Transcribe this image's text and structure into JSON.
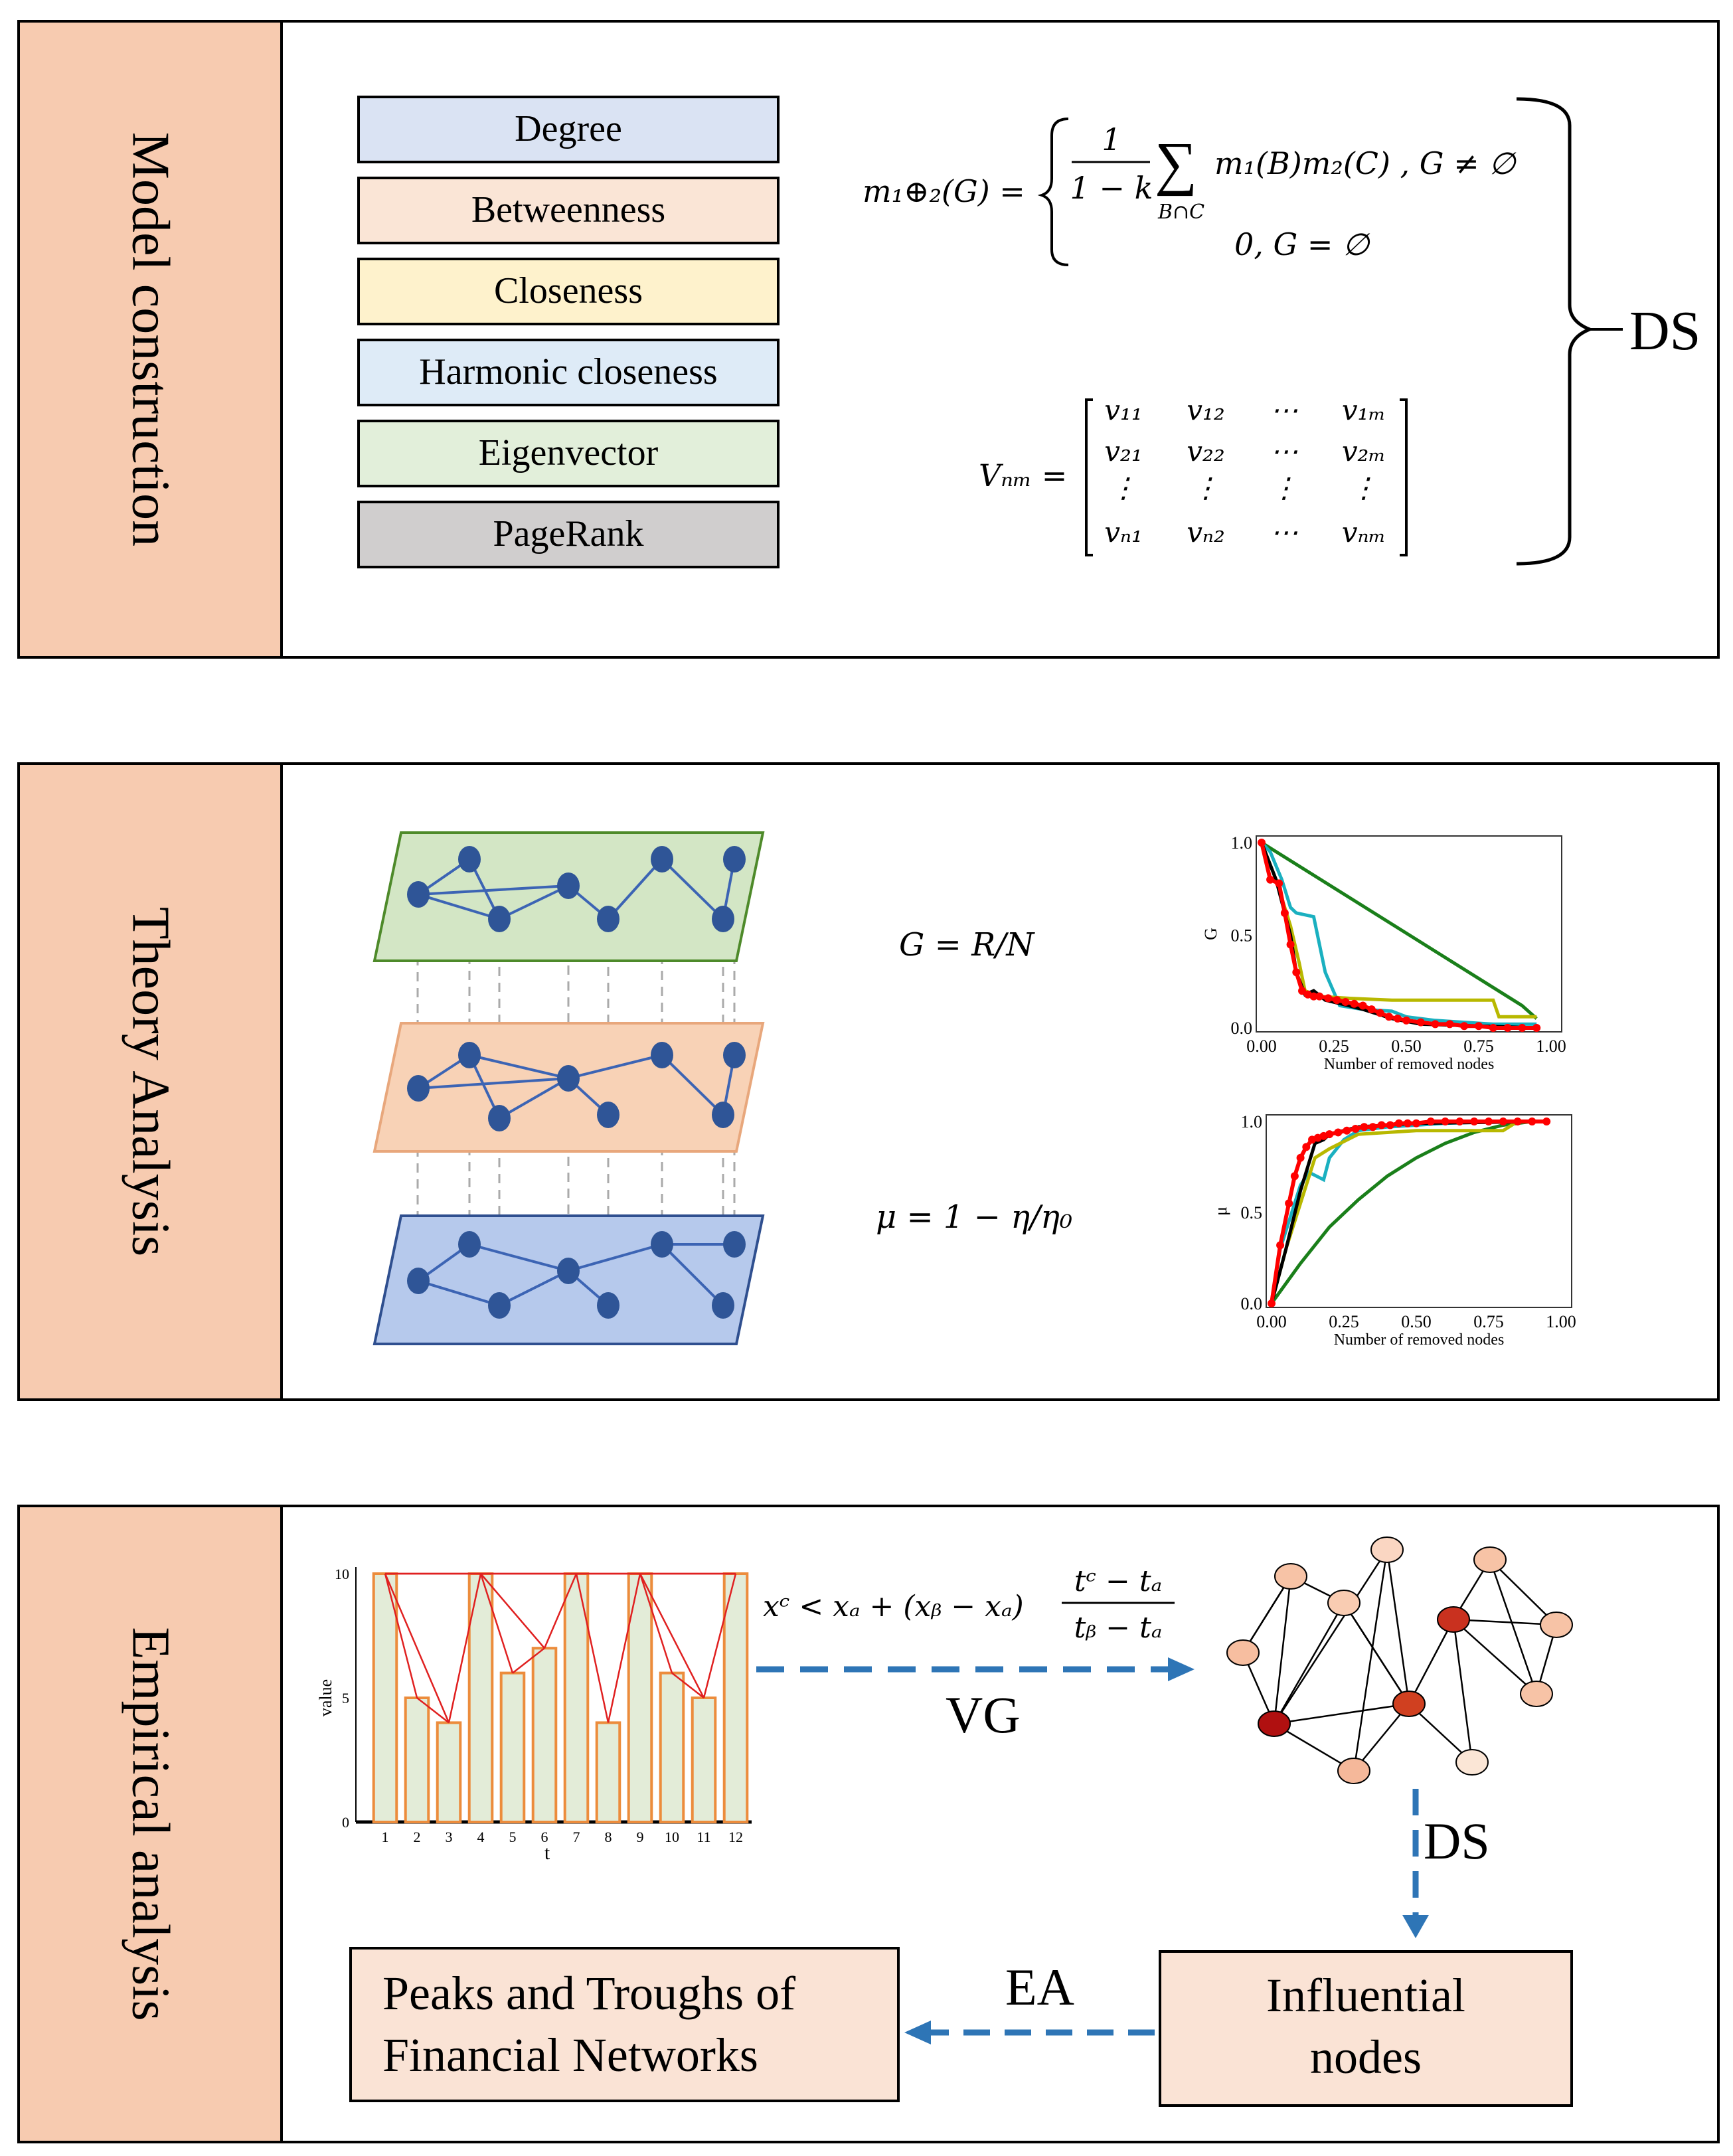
{
  "sections": {
    "model": {
      "label": "Model construction",
      "measures": [
        "Degree",
        "Betweenness",
        "Closeness",
        "Harmonic closeness",
        "Eigenvector",
        "PageRank"
      ],
      "measure_colors": [
        "#dae3f3",
        "#fae5d6",
        "#fef2cc",
        "#deebf7",
        "#e2efda",
        "#d0cece"
      ],
      "formula_lhs": "m₁⊕₂(G) =",
      "formula_frac_num": "1",
      "formula_frac_den": "1 − k",
      "formula_sum_sub": "B∩C",
      "formula_case1": "m₁(B)m₂(C) , G ≠ ∅",
      "formula_case2": "0, G = ∅",
      "matrix_lhs": "Vₙₘ =",
      "matrix_rows": [
        [
          "v₁₁",
          "v₁₂",
          "⋯",
          "v₁ₘ"
        ],
        [
          "v₂₁",
          "v₂₂",
          "⋯",
          "v₂ₘ"
        ],
        [
          "⋮",
          "⋮",
          "⋮",
          "⋮"
        ],
        [
          "vₙ₁",
          "vₙ₂",
          "⋯",
          "vₙₘ"
        ]
      ],
      "ds_label": "DS"
    },
    "theory": {
      "label": "Theory Analysis",
      "formula_g": "G = R/N",
      "formula_mu": "μ = 1 − η/η₀",
      "layer_colors": [
        "#d3e6c5",
        "#f8d2b6",
        "#b6c9ec"
      ],
      "chart_data": [
        {
          "type": "line",
          "title": "",
          "xlabel": "Number of removed nodes",
          "ylabel": "G",
          "xlim": [
            0,
            1
          ],
          "ylim": [
            0,
            1
          ],
          "xticks": [
            "0.00",
            "0.25",
            "0.50",
            "0.75",
            "1.00"
          ],
          "yticks": [
            "0.0",
            "0.5",
            "1.0"
          ],
          "series": [
            {
              "color": "#1a7f1a",
              "x": [
                0,
                0.9,
                0.95
              ],
              "y": [
                1.0,
                0.12,
                0.05
              ]
            },
            {
              "color": "#1ab0c0",
              "x": [
                0,
                0.03,
                0.07,
                0.1,
                0.12,
                0.18,
                0.2,
                0.22,
                0.27,
                0.35,
                0.45,
                0.5,
                0.6,
                0.7,
                0.8,
                0.95
              ],
              "y": [
                1.0,
                0.95,
                0.8,
                0.65,
                0.62,
                0.6,
                0.45,
                0.3,
                0.12,
                0.1,
                0.09,
                0.06,
                0.04,
                0.03,
                0.02,
                0.02
              ]
            },
            {
              "color": "#b8b800",
              "x": [
                0,
                0.05,
                0.1,
                0.13,
                0.15,
                0.2,
                0.3,
                0.45,
                0.7,
                0.8,
                0.82,
                0.95
              ],
              "y": [
                1.0,
                0.8,
                0.55,
                0.35,
                0.2,
                0.17,
                0.16,
                0.15,
                0.15,
                0.15,
                0.06,
                0.06
              ]
            },
            {
              "color": "#000000",
              "x": [
                0,
                0.05,
                0.1,
                0.12,
                0.15,
                0.18,
                0.22,
                0.3,
                0.35,
                0.45,
                0.55,
                0.95
              ],
              "y": [
                1.0,
                0.8,
                0.5,
                0.3,
                0.18,
                0.2,
                0.15,
                0.12,
                0.1,
                0.05,
                0.02,
                0.0
              ]
            },
            {
              "color": "#ff0000",
              "marker": true,
              "x": [
                0,
                0.03,
                0.06,
                0.08,
                0.1,
                0.12,
                0.14,
                0.16,
                0.18,
                0.2,
                0.23,
                0.26,
                0.29,
                0.32,
                0.35,
                0.38,
                0.41,
                0.44,
                0.47,
                0.5,
                0.55,
                0.6,
                0.65,
                0.7,
                0.75,
                0.8,
                0.85,
                0.9,
                0.95
              ],
              "y": [
                1.0,
                0.8,
                0.78,
                0.62,
                0.45,
                0.3,
                0.2,
                0.18,
                0.17,
                0.17,
                0.16,
                0.15,
                0.14,
                0.13,
                0.12,
                0.1,
                0.08,
                0.06,
                0.05,
                0.04,
                0.03,
                0.02,
                0.02,
                0.01,
                0.01,
                0.0,
                0.0,
                0.0,
                0.0
              ]
            }
          ]
        },
        {
          "type": "line",
          "title": "",
          "xlabel": "Number of removed nodes",
          "ylabel": "μ",
          "xlim": [
            0,
            1
          ],
          "ylim": [
            0,
            1
          ],
          "xticks": [
            "0.00",
            "0.25",
            "0.50",
            "0.75",
            "1.00"
          ],
          "yticks": [
            "0.0",
            "0.5",
            "1.0"
          ],
          "series": [
            {
              "color": "#1a7f1a",
              "x": [
                0,
                0.1,
                0.2,
                0.3,
                0.4,
                0.5,
                0.6,
                0.7,
                0.8,
                0.9,
                0.95
              ],
              "y": [
                0.0,
                0.22,
                0.42,
                0.57,
                0.7,
                0.8,
                0.88,
                0.94,
                0.98,
                1.0,
                1.0
              ]
            },
            {
              "color": "#1ab0c0",
              "x": [
                0,
                0.03,
                0.07,
                0.1,
                0.13,
                0.18,
                0.2,
                0.25,
                0.3,
                0.4,
                0.5,
                0.6,
                0.8,
                0.95
              ],
              "y": [
                0.0,
                0.3,
                0.5,
                0.65,
                0.72,
                0.68,
                0.8,
                0.9,
                0.95,
                0.97,
                0.98,
                0.99,
                1.0,
                1.0
              ]
            },
            {
              "color": "#b8b800",
              "x": [
                0,
                0.05,
                0.1,
                0.15,
                0.2,
                0.3,
                0.5,
                0.8,
                0.85,
                0.95
              ],
              "y": [
                0.0,
                0.3,
                0.55,
                0.8,
                0.85,
                0.93,
                0.95,
                0.95,
                1.0,
                1.0
              ]
            },
            {
              "color": "#000000",
              "x": [
                0,
                0.05,
                0.1,
                0.15,
                0.18,
                0.2,
                0.25,
                0.3,
                0.4,
                0.5,
                0.95
              ],
              "y": [
                0.0,
                0.3,
                0.62,
                0.88,
                0.9,
                0.93,
                0.95,
                0.97,
                0.98,
                0.99,
                1.0
              ]
            },
            {
              "color": "#ff0000",
              "marker": true,
              "x": [
                0,
                0.03,
                0.06,
                0.08,
                0.1,
                0.12,
                0.14,
                0.16,
                0.18,
                0.2,
                0.23,
                0.26,
                0.29,
                0.32,
                0.35,
                0.38,
                0.41,
                0.44,
                0.47,
                0.5,
                0.55,
                0.6,
                0.65,
                0.7,
                0.75,
                0.8,
                0.85,
                0.9,
                0.95
              ],
              "y": [
                0.0,
                0.32,
                0.55,
                0.7,
                0.8,
                0.86,
                0.9,
                0.91,
                0.92,
                0.93,
                0.94,
                0.95,
                0.96,
                0.97,
                0.97,
                0.98,
                0.98,
                0.99,
                0.99,
                0.99,
                1.0,
                1.0,
                1.0,
                1.0,
                1.0,
                1.0,
                1.0,
                1.0,
                1.0
              ]
            }
          ]
        }
      ]
    },
    "empirical": {
      "label": "Empirical analysis",
      "vg_formula_lhs": "xᶜ < xₐ + (xᵦ − xₐ)",
      "vg_frac_num": "tᶜ − tₐ",
      "vg_frac_den": "tᵦ − tₐ",
      "vg_label": "VG",
      "ds_label": "DS",
      "ea_label": "EA",
      "influential_label_1": "Influential",
      "influential_label_2": "nodes",
      "peaks_label_1": "Peaks and Troughs of",
      "peaks_label_2": "Financial Networks",
      "chart_data": {
        "type": "bar",
        "title": "",
        "xlabel": "t",
        "ylabel": "value",
        "categories": [
          "1",
          "2",
          "3",
          "4",
          "5",
          "6",
          "7",
          "8",
          "9",
          "10",
          "11",
          "12"
        ],
        "values": [
          10,
          5,
          4,
          10,
          6,
          7,
          10,
          4,
          10,
          6,
          5,
          10
        ],
        "ylim": [
          0,
          10
        ],
        "yticks": [
          "0",
          "5",
          "10"
        ],
        "visibility_edges": [
          [
            1,
            2
          ],
          [
            1,
            3
          ],
          [
            1,
            4
          ],
          [
            2,
            3
          ],
          [
            3,
            4
          ],
          [
            4,
            5
          ],
          [
            4,
            6
          ],
          [
            4,
            7
          ],
          [
            5,
            6
          ],
          [
            6,
            7
          ],
          [
            7,
            8
          ],
          [
            7,
            9
          ],
          [
            8,
            9
          ],
          [
            9,
            10
          ],
          [
            9,
            11
          ],
          [
            9,
            12
          ],
          [
            10,
            11
          ],
          [
            11,
            12
          ],
          [
            1,
            12
          ]
        ]
      }
    }
  }
}
